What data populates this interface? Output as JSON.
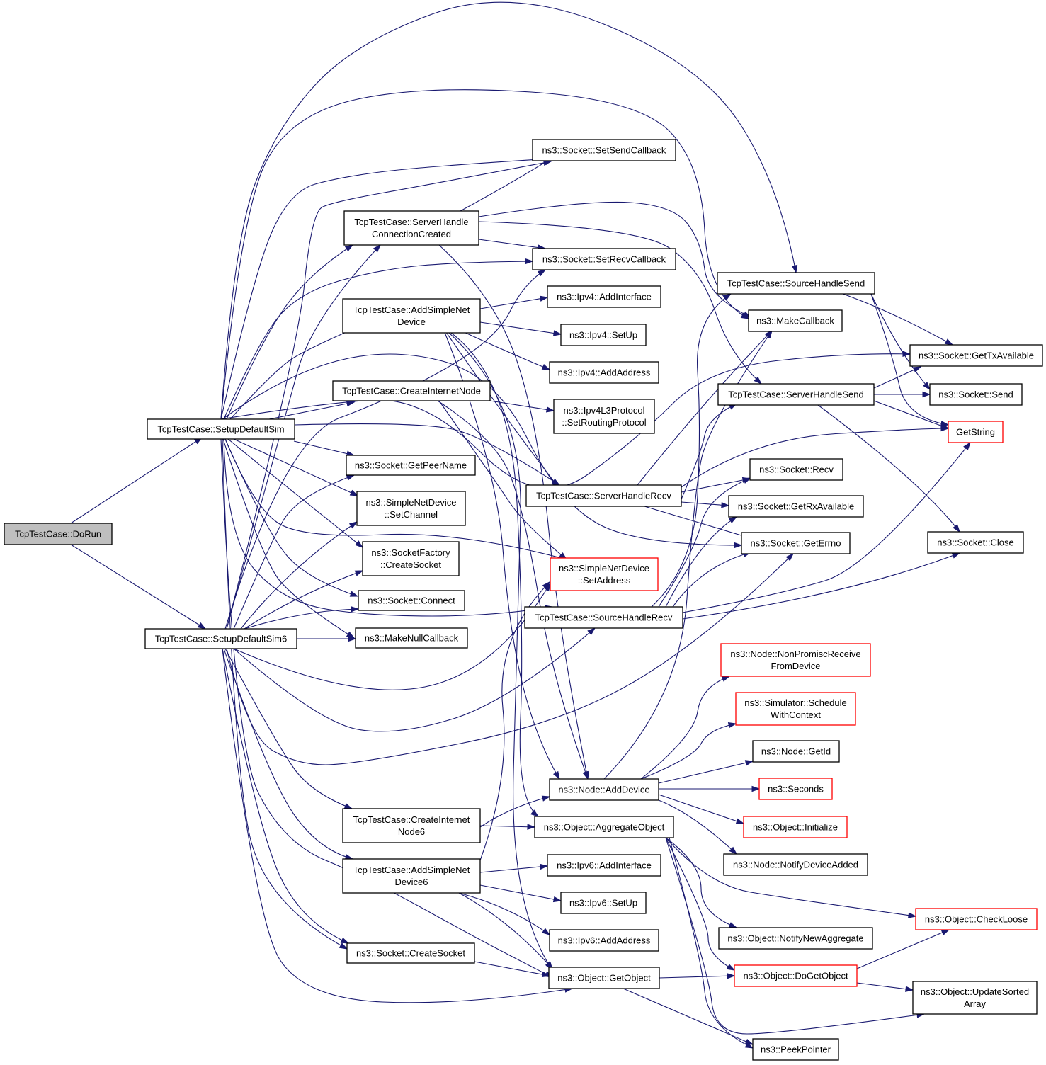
{
  "diagram": {
    "type": "call-graph",
    "colors": {
      "edge": "#191970",
      "node_border": "#000000",
      "node_border_truncated": "#ff0000",
      "root_fill": "#bfbfbf",
      "node_fill": "#ffffff"
    },
    "nodes": [
      {
        "id": "dorun",
        "lines": [
          "TcpTestCase::DoRun"
        ],
        "root": true
      },
      {
        "id": "setupsim",
        "lines": [
          "TcpTestCase::SetupDefaultSim"
        ]
      },
      {
        "id": "setupsim6",
        "lines": [
          "TcpTestCase::SetupDefaultSim6"
        ]
      },
      {
        "id": "serverconn",
        "lines": [
          "TcpTestCase::ServerHandle",
          "ConnectionCreated"
        ]
      },
      {
        "id": "addsimple",
        "lines": [
          "TcpTestCase::AddSimpleNet",
          "Device"
        ]
      },
      {
        "id": "createinet",
        "lines": [
          "TcpTestCase::CreateInternetNode"
        ]
      },
      {
        "id": "getpeername",
        "lines": [
          "ns3::Socket::GetPeerName"
        ]
      },
      {
        "id": "setchannel",
        "lines": [
          "ns3::SimpleNetDevice",
          "::SetChannel"
        ]
      },
      {
        "id": "sockfactory",
        "lines": [
          "ns3::SocketFactory",
          "::CreateSocket"
        ]
      },
      {
        "id": "connect",
        "lines": [
          "ns3::Socket::Connect"
        ]
      },
      {
        "id": "makenull",
        "lines": [
          "ns3::MakeNullCallback"
        ]
      },
      {
        "id": "createinet6",
        "lines": [
          "TcpTestCase::CreateInternet",
          "Node6"
        ]
      },
      {
        "id": "addsimple6",
        "lines": [
          "TcpTestCase::AddSimpleNet",
          "Device6"
        ]
      },
      {
        "id": "createsocket",
        "lines": [
          "ns3::Socket::CreateSocket"
        ]
      },
      {
        "id": "setsendcb",
        "lines": [
          "ns3::Socket::SetSendCallback"
        ]
      },
      {
        "id": "setrecvcb",
        "lines": [
          "ns3::Socket::SetRecvCallback"
        ]
      },
      {
        "id": "ipv4addif",
        "lines": [
          "ns3::Ipv4::AddInterface"
        ]
      },
      {
        "id": "ipv4setup",
        "lines": [
          "ns3::Ipv4::SetUp"
        ]
      },
      {
        "id": "ipv4addaddr",
        "lines": [
          "ns3::Ipv4::AddAddress"
        ]
      },
      {
        "id": "ipv4l3",
        "lines": [
          "ns3::Ipv4L3Protocol",
          "::SetRoutingProtocol"
        ]
      },
      {
        "id": "serverrecv",
        "lines": [
          "TcpTestCase::ServerHandleRecv"
        ]
      },
      {
        "id": "simpleaddr",
        "lines": [
          "ns3::SimpleNetDevice",
          "::SetAddress"
        ],
        "truncated": true
      },
      {
        "id": "sourcerecv",
        "lines": [
          "TcpTestCase::SourceHandleRecv"
        ]
      },
      {
        "id": "nodeadddev",
        "lines": [
          "ns3::Node::AddDevice"
        ]
      },
      {
        "id": "aggregate",
        "lines": [
          "ns3::Object::AggregateObject"
        ]
      },
      {
        "id": "ipv6addif",
        "lines": [
          "ns3::Ipv6::AddInterface"
        ]
      },
      {
        "id": "ipv6setup",
        "lines": [
          "ns3::Ipv6::SetUp"
        ]
      },
      {
        "id": "ipv6addaddr",
        "lines": [
          "ns3::Ipv6::AddAddress"
        ]
      },
      {
        "id": "getobject",
        "lines": [
          "ns3::Object::GetObject"
        ]
      },
      {
        "id": "sourcesend",
        "lines": [
          "TcpTestCase::SourceHandleSend"
        ]
      },
      {
        "id": "makecallback",
        "lines": [
          "ns3::MakeCallback"
        ]
      },
      {
        "id": "serversend",
        "lines": [
          "TcpTestCase::ServerHandleSend"
        ]
      },
      {
        "id": "recv",
        "lines": [
          "ns3::Socket::Recv"
        ]
      },
      {
        "id": "getrxavail",
        "lines": [
          "ns3::Socket::GetRxAvailable"
        ]
      },
      {
        "id": "geterrno",
        "lines": [
          "ns3::Socket::GetErrno"
        ]
      },
      {
        "id": "nonpromisc",
        "lines": [
          "ns3::Node::NonPromiscReceive",
          "FromDevice"
        ],
        "truncated": true
      },
      {
        "id": "schedctx",
        "lines": [
          "ns3::Simulator::Schedule",
          "WithContext"
        ],
        "truncated": true
      },
      {
        "id": "getid",
        "lines": [
          "ns3::Node::GetId"
        ]
      },
      {
        "id": "seconds",
        "lines": [
          "ns3::Seconds"
        ],
        "truncated": true
      },
      {
        "id": "initialize",
        "lines": [
          "ns3::Object::Initialize"
        ],
        "truncated": true
      },
      {
        "id": "notifydev",
        "lines": [
          "ns3::Node::NotifyDeviceAdded"
        ]
      },
      {
        "id": "notifyagg",
        "lines": [
          "ns3::Object::NotifyNewAggregate"
        ]
      },
      {
        "id": "dogetobject",
        "lines": [
          "ns3::Object::DoGetObject"
        ],
        "truncated": true
      },
      {
        "id": "peekpointer",
        "lines": [
          "ns3::PeekPointer"
        ]
      },
      {
        "id": "gettxavail",
        "lines": [
          "ns3::Socket::GetTxAvailable"
        ]
      },
      {
        "id": "send",
        "lines": [
          "ns3::Socket::Send"
        ]
      },
      {
        "id": "getstring",
        "lines": [
          "GetString"
        ],
        "truncated": true
      },
      {
        "id": "close",
        "lines": [
          "ns3::Socket::Close"
        ]
      },
      {
        "id": "checkloose",
        "lines": [
          "ns3::Object::CheckLoose"
        ],
        "truncated": true
      },
      {
        "id": "updatesorted",
        "lines": [
          "ns3::Object::UpdateSorted",
          "Array"
        ]
      }
    ]
  }
}
